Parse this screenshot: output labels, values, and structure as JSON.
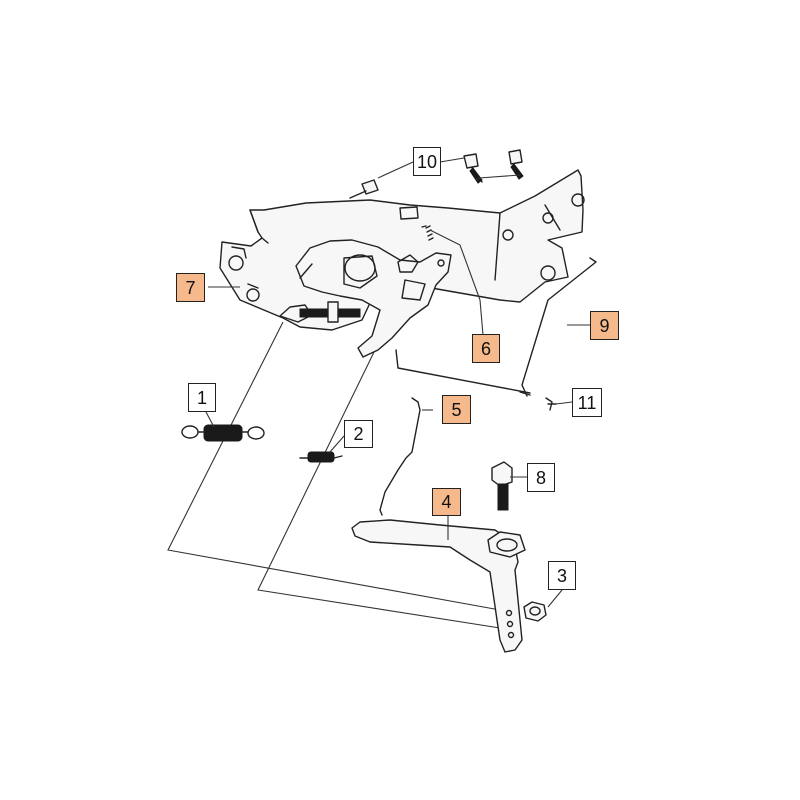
{
  "diagram": {
    "highlight_color": "#f5b98c",
    "callouts": [
      {
        "label": "1",
        "highlighted": false
      },
      {
        "label": "2",
        "highlighted": false
      },
      {
        "label": "3",
        "highlighted": false
      },
      {
        "label": "4",
        "highlighted": true
      },
      {
        "label": "5",
        "highlighted": true
      },
      {
        "label": "6",
        "highlighted": true
      },
      {
        "label": "7",
        "highlighted": true
      },
      {
        "label": "8",
        "highlighted": false
      },
      {
        "label": "9",
        "highlighted": true
      },
      {
        "label": "10",
        "highlighted": false
      },
      {
        "label": "11",
        "highlighted": false
      }
    ]
  }
}
